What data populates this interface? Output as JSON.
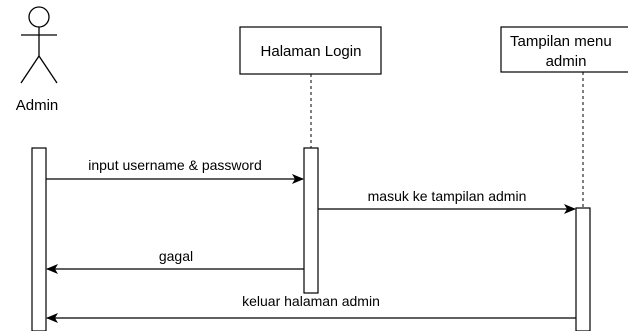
{
  "actor": {
    "name": "Admin"
  },
  "participants": [
    {
      "id": "login",
      "lines": [
        "Halaman Login"
      ]
    },
    {
      "id": "menu",
      "lines": [
        "Tampilan menu",
        "admin"
      ]
    }
  ],
  "messages": [
    {
      "id": "m1",
      "label": "input username & password"
    },
    {
      "id": "m2",
      "label": "masuk ke tampilan admin"
    },
    {
      "id": "m3",
      "label": "gagal"
    },
    {
      "id": "m4",
      "label": "keluar halaman admin"
    }
  ]
}
